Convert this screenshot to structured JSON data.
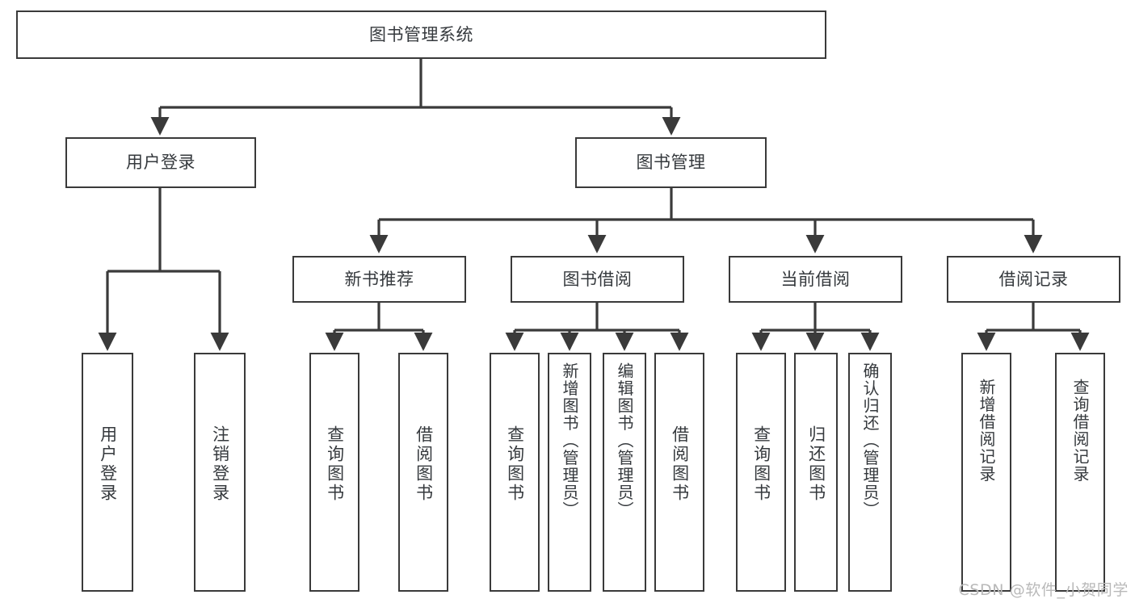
{
  "diagram": {
    "type": "tree-hierarchy-flowchart",
    "title": "图书管理系统",
    "background_color": "#ffffff",
    "box_border_color": "#3a3a3a",
    "connector_color": "#3a3a3a",
    "text_color": "#35393d",
    "watermark": "CSDN @软件_小贺同学",
    "watermark_color": "#b9b9b9"
  },
  "nodes": {
    "root": {
      "label": "图书管理系统",
      "level": 0,
      "orientation": "horizontal"
    },
    "l1": [
      {
        "id": "user-login",
        "label": "用户登录",
        "orientation": "horizontal"
      },
      {
        "id": "book-manage",
        "label": "图书管理",
        "orientation": "horizontal"
      }
    ],
    "l2": [
      {
        "id": "new-book-recommend",
        "label": "新书推荐",
        "orientation": "horizontal",
        "parent": "book-manage"
      },
      {
        "id": "book-borrow",
        "label": "图书借阅",
        "orientation": "horizontal",
        "parent": "book-manage"
      },
      {
        "id": "current-borrow",
        "label": "当前借阅",
        "orientation": "horizontal",
        "parent": "book-manage"
      },
      {
        "id": "borrow-record",
        "label": "借阅记录",
        "orientation": "horizontal",
        "parent": "book-manage"
      }
    ],
    "leaves": [
      {
        "id": "leaf-user-login",
        "label": "用户登录",
        "parent": "user-login",
        "orientation": "vertical"
      },
      {
        "id": "leaf-logout",
        "label": "注销登录",
        "parent": "user-login",
        "orientation": "vertical"
      },
      {
        "id": "leaf-query-book-1",
        "label": "查询图书",
        "parent": "new-book-recommend",
        "orientation": "vertical"
      },
      {
        "id": "leaf-borrow-book-1",
        "label": "借阅图书",
        "parent": "new-book-recommend",
        "orientation": "vertical"
      },
      {
        "id": "leaf-query-book-2",
        "label": "查询图书",
        "parent": "book-borrow",
        "orientation": "vertical"
      },
      {
        "id": "leaf-add-book",
        "label": "新增图书（管理员）",
        "parent": "book-borrow",
        "orientation": "vertical"
      },
      {
        "id": "leaf-edit-book",
        "label": "编辑图书（管理员）",
        "parent": "book-borrow",
        "orientation": "vertical"
      },
      {
        "id": "leaf-borrow-book-2",
        "label": "借阅图书",
        "parent": "book-borrow",
        "orientation": "vertical"
      },
      {
        "id": "leaf-query-book-3",
        "label": "查询图书",
        "parent": "current-borrow",
        "orientation": "vertical"
      },
      {
        "id": "leaf-return-book",
        "label": "归还图书",
        "parent": "current-borrow",
        "orientation": "vertical"
      },
      {
        "id": "leaf-confirm-return",
        "label": "确认归还（管理员）",
        "parent": "current-borrow",
        "orientation": "vertical"
      },
      {
        "id": "leaf-add-record",
        "label": "新增借阅记录",
        "parent": "borrow-record",
        "orientation": "vertical"
      },
      {
        "id": "leaf-query-record",
        "label": "查询借阅记录",
        "parent": "borrow-record",
        "orientation": "vertical"
      }
    ]
  }
}
